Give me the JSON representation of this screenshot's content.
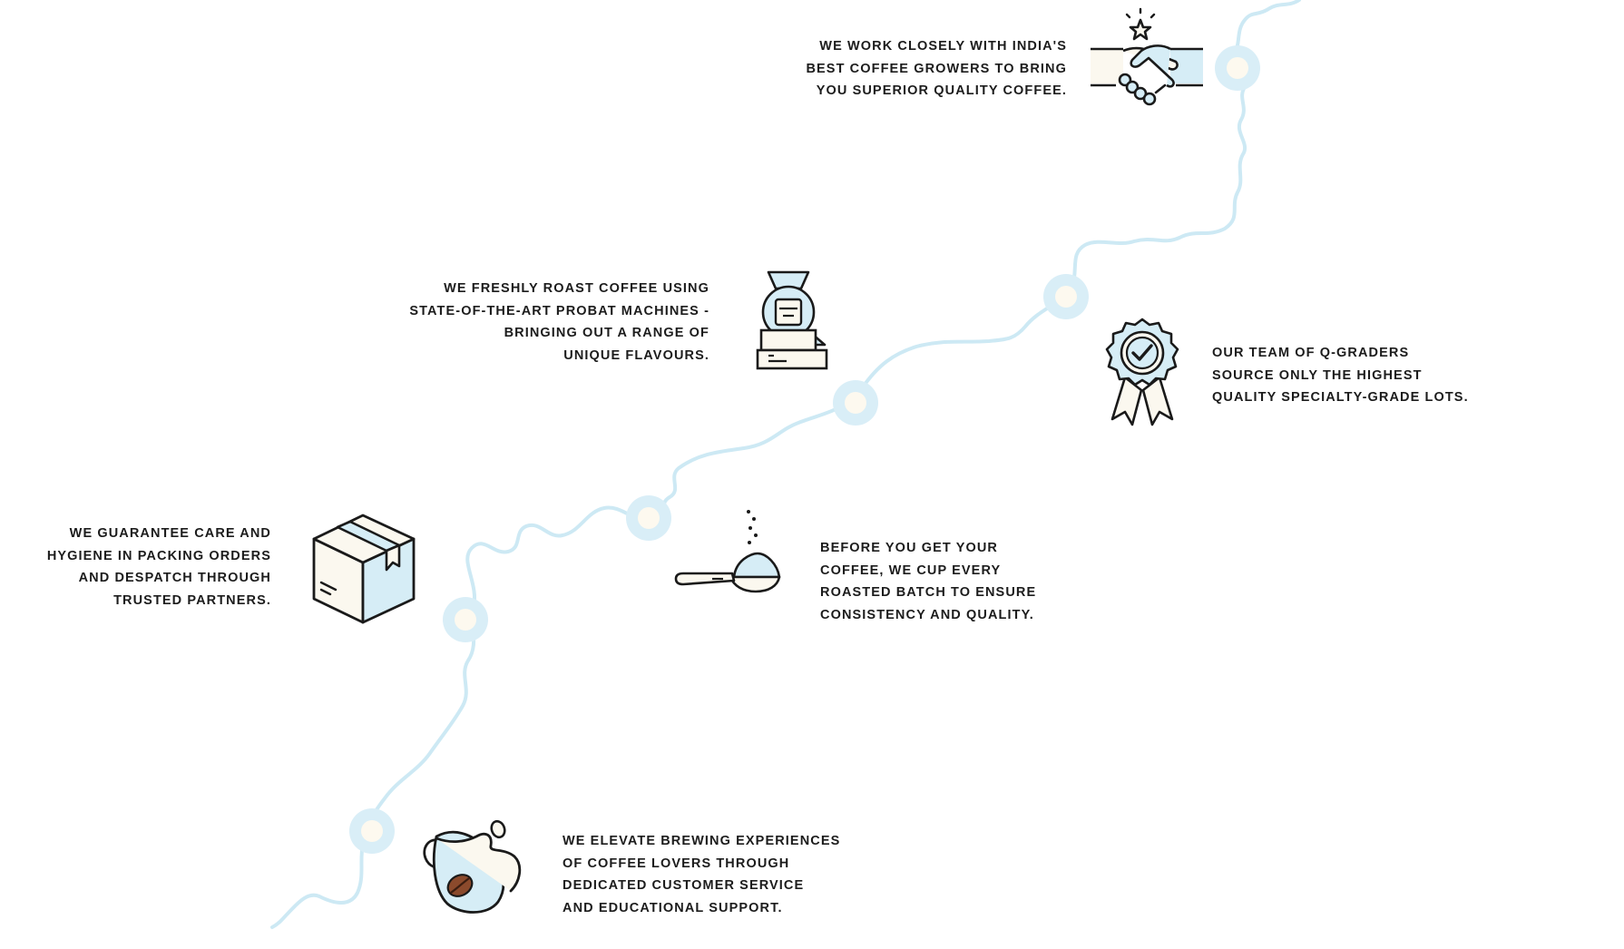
{
  "colors": {
    "river": "#cde9f4",
    "milestone_ring": "#d9eef7",
    "milestone_core": "#fdf9ef",
    "icon_fill_blue": "#d6edf6",
    "icon_fill_cream": "#fbf8ef",
    "icon_stroke": "#1a1a1a",
    "text": "#1c1c1c"
  },
  "steps": [
    {
      "icon": "handshake-icon",
      "text": "WE WORK CLOSELY WITH INDIA'S\nBEST COFFEE GROWERS TO BRING\nYOU SUPERIOR QUALITY COFFEE."
    },
    {
      "icon": "quality-badge-icon",
      "text": "OUR TEAM OF Q-GRADERS\nSOURCE ONLY THE HIGHEST\nQUALITY SPECIALTY-GRADE LOTS."
    },
    {
      "icon": "roaster-machine-icon",
      "text": "WE FRESHLY ROAST COFFEE USING\nSTATE-OF-THE-ART PROBAT MACHINES -\nBRINGING OUT A RANGE OF\nUNIQUE FLAVOURS."
    },
    {
      "icon": "cupping-spoon-icon",
      "text": "BEFORE YOU GET YOUR\nCOFFEE, WE CUP EVERY\nROASTED BATCH TO ENSURE\nCONSISTENCY AND QUALITY."
    },
    {
      "icon": "package-box-icon",
      "text": "WE GUARANTEE CARE AND\nHYGIENE IN PACKING ORDERS\nAND DESPATCH THROUGH\nTRUSTED PARTNERS."
    },
    {
      "icon": "coffee-cup-splash-icon",
      "text": "WE ELEVATE BREWING EXPERIENCES\nOF COFFEE LOVERS THROUGH\nDEDICATED CUSTOMER SERVICE\nAND EDUCATIONAL SUPPORT."
    }
  ]
}
